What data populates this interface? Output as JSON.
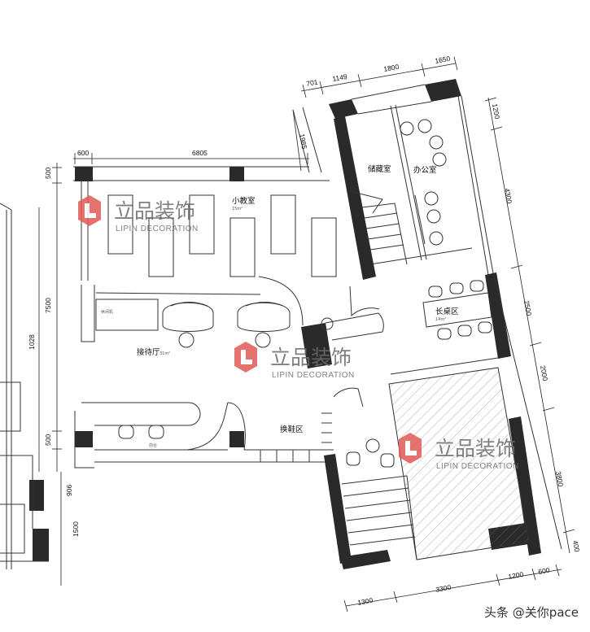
{
  "rooms": {
    "storage": "储藏室",
    "office": "办公室",
    "classroom": "小教室",
    "classroom_area": "15m²",
    "long_table": "长桌区",
    "long_table_area": "14m²",
    "reception": "接待厅",
    "reception_area": "31m²",
    "shoe_area": "换鞋区",
    "rest_machine": "休闲机",
    "front_desk": "前台"
  },
  "dimensions": {
    "top": [
      "701",
      "1149",
      "1800",
      "1650"
    ],
    "top_right": "1200",
    "right": [
      "4300",
      "2500",
      "2000",
      "3800",
      "400"
    ],
    "bottom": [
      "1300",
      "3300",
      "1200",
      "600"
    ],
    "left_top": "600",
    "top_long": "6805",
    "corridor": "1985",
    "left_wall_a": "500",
    "left_long": "7500",
    "left_wall_b": "500",
    "far_left": "1028",
    "left_bottom": [
      "906",
      "1500"
    ]
  },
  "watermark": {
    "cn": "立品装饰",
    "en": "LIPIN DECORATION",
    "color": "#e05a55"
  },
  "credit": "头条 @关你pace"
}
